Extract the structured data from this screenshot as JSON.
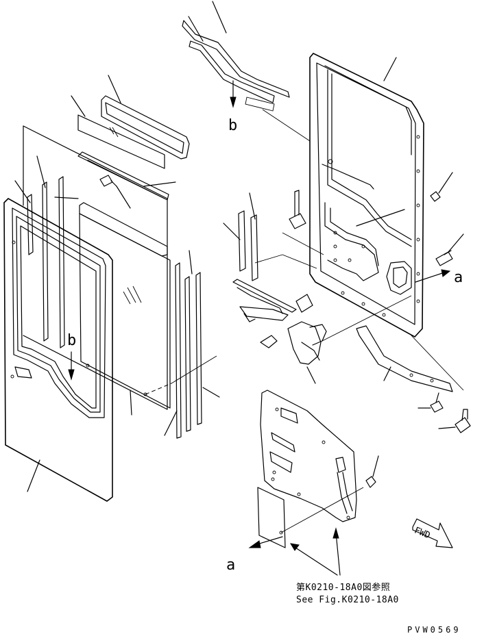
{
  "labels": {
    "ref_b_top": "b",
    "ref_b_left": "b",
    "ref_a_right": "a",
    "ref_a_bottom": "a"
  },
  "note": {
    "line1": "第K0210-18A0図参照",
    "line2": "See Fig.K0210-18A0"
  },
  "direction_marker": "FWD",
  "drawing_code": "PVW0569"
}
